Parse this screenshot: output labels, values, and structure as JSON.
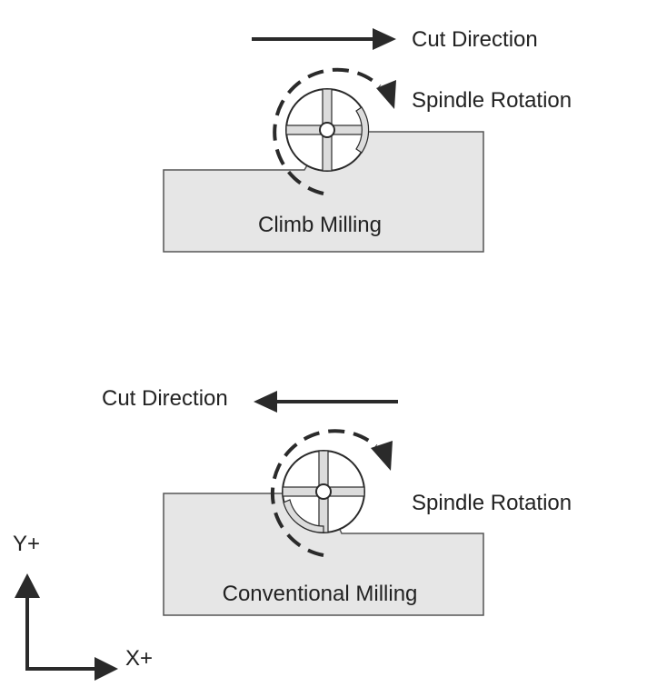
{
  "climb": {
    "cut_direction_label": "Cut Direction",
    "spindle_rotation_label": "Spindle Rotation",
    "title": "Climb Milling"
  },
  "conventional": {
    "cut_direction_label": "Cut Direction",
    "spindle_rotation_label": "Spindle Rotation",
    "title": "Conventional  Milling"
  },
  "axes": {
    "y_label": "Y+",
    "x_label": "X+"
  },
  "colors": {
    "stock_fill": "#e6e6e6",
    "stroke": "#2a2a2a"
  }
}
